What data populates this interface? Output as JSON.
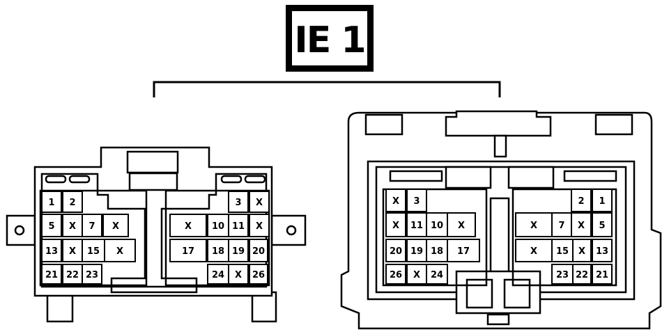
{
  "title": "IE 1",
  "colors": {
    "ink": "#000000",
    "paper": "#ffffff"
  },
  "male_connector": {
    "pins": [
      "1",
      "2",
      "3",
      "X",
      "5",
      "X",
      "7",
      "X",
      "X",
      "10",
      "11",
      "X",
      "13",
      "X",
      "15",
      "X",
      "17",
      "18",
      "19",
      "20",
      "21",
      "22",
      "23",
      "24",
      "X",
      "26"
    ]
  },
  "female_connector": {
    "pins": [
      "X",
      "3",
      "2",
      "1",
      "X",
      "11",
      "10",
      "X",
      "X",
      "7",
      "X",
      "5",
      "20",
      "19",
      "18",
      "17",
      "X",
      "15",
      "X",
      "13",
      "26",
      "X",
      "24",
      "23",
      "22",
      "21"
    ]
  }
}
